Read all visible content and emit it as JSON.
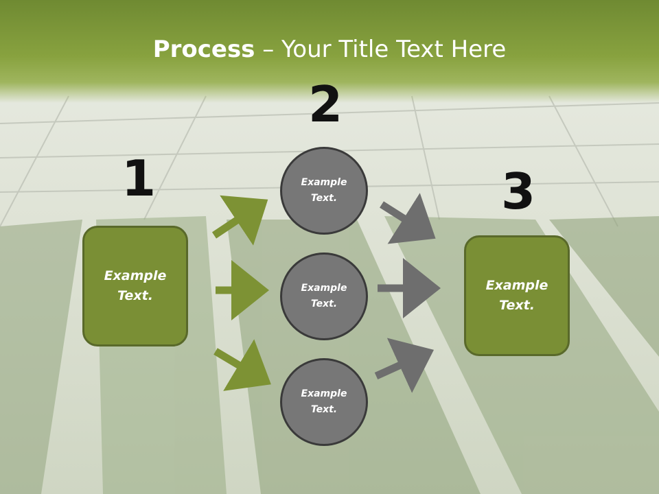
{
  "title": {
    "bold": "Process",
    "rest": " – Your Title Text Here"
  },
  "steps": {
    "n1": "1",
    "n2": "2",
    "n3": "3"
  },
  "boxes": {
    "left": [
      "Example",
      "Text."
    ],
    "right": [
      "Example",
      "Text."
    ]
  },
  "circles": {
    "top": [
      "Example",
      "Text."
    ],
    "middle": [
      "Example",
      "Text."
    ],
    "bottom": [
      "Example",
      "Text."
    ]
  },
  "colors": {
    "green_box": "#7a8f35",
    "green_arrow": "#7d9234",
    "gray_circle": "#777777",
    "gray_arrow": "#6e6e6e"
  }
}
